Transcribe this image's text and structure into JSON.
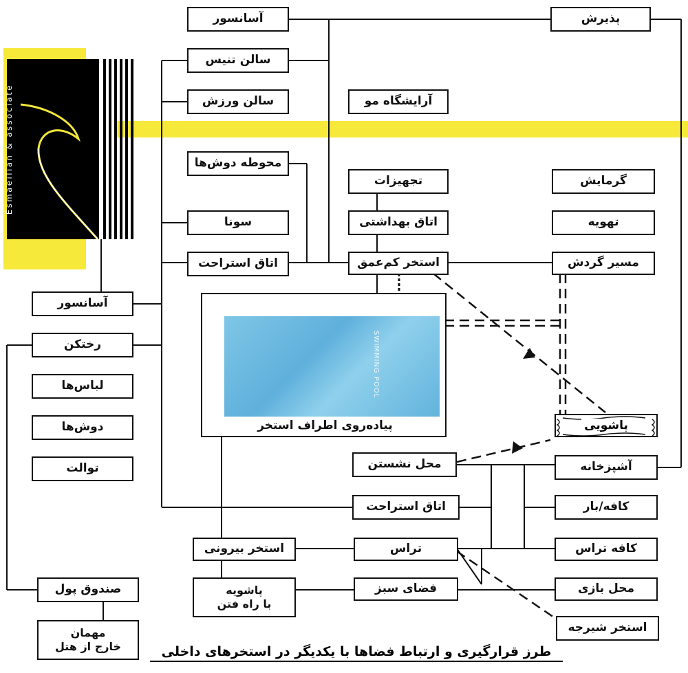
{
  "logo": {
    "text": "Esmaeilian & associate"
  },
  "pool": {
    "water_label": "SWIMMING POOL",
    "deck_label": "پیاده‌روی اطراف استخر"
  },
  "caption": "طرز قرارگیری و ارتباط فضاها با یکدیگر در استخرهای داخلی",
  "nodes": {
    "elevator_top": "آسانسور",
    "tennis_hall": "سالن تنیس",
    "gym_hall": "سالن ورزش",
    "shower_area": "محوطه دوش‌ها",
    "sauna": "سونا",
    "rest_room_top": "اتاق استراحت",
    "reception": "پذیرش",
    "hair_salon": "آرایشگاه مو",
    "equipment": "تجهیزات",
    "sanitary_room": "اتاق بهداشتی",
    "shallow_pool": "استخر کم‌عمق",
    "heating": "گرمایش",
    "ventilation": "تهویه",
    "circulation": "مسیر گردش",
    "elevator_left": "آسانسور",
    "changing": "رختکن",
    "clothes": "لباس‌ها",
    "showers": "دوش‌ها",
    "toilet": "توالت",
    "foot_bath": "پاشویی",
    "seating": "محل نشستن",
    "kitchen": "آشپزخانه",
    "rest_room_bottom": "اتاق استراحت",
    "cafe_bar": "کافه/بار",
    "outdoor_pool": "استخر بیرونی",
    "terrace": "تراس",
    "terrace_cafe": "کافه تراس",
    "foot_bath_walk_line1": "پاشویه",
    "foot_bath_walk_line2": "با راه فتن",
    "green_space": "فضای سبز",
    "play_area": "محل بازی",
    "cash_box": "صندوق پول",
    "guest_line1": "مهمان",
    "guest_line2": "خارج از هتل",
    "slide_pool": "استخر شیرجه"
  }
}
